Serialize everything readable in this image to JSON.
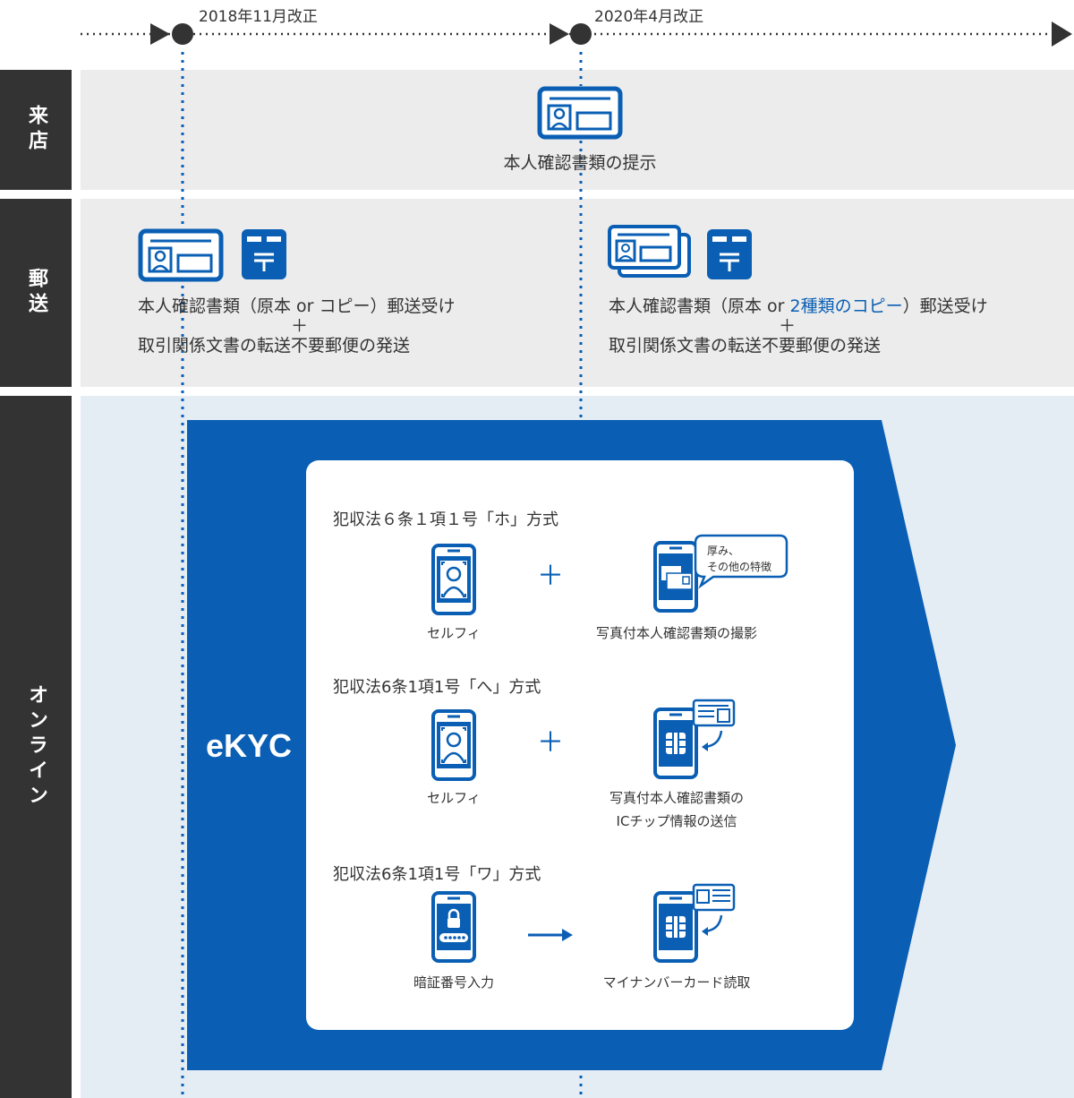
{
  "timeline": {
    "date1": "2018年11月改正",
    "date2": "2020年4月改正"
  },
  "rows": {
    "visit": "来店",
    "mail": "郵送",
    "online": "オンライン"
  },
  "visit": {
    "caption": "本人確認書類の提示"
  },
  "mail_before": {
    "line1": "本人確認書類（原本 or コピー）郵送受け",
    "plus": "＋",
    "line2": "取引関係文書の転送不要郵便の発送"
  },
  "mail_after": {
    "line1_pre": "本人確認書類（原本 or ",
    "line1_hl": "2種類のコピー",
    "line1_post": "）郵送受け",
    "plus": "＋",
    "line2": "取引関係文書の転送不要郵便の発送"
  },
  "ekyc": {
    "label": "eKYC",
    "methods": [
      {
        "title": "犯収法６条１項１号「ホ」方式",
        "left_caption": "セルフィ",
        "operator": "＋",
        "right_caption": "写真付本人確認書類の撮影",
        "bubble_line1": "厚み、",
        "bubble_line2": "その他の特徴"
      },
      {
        "title": "犯収法6条1項1号「へ」方式",
        "left_caption": "セルフィ",
        "operator": "＋",
        "right_caption_line1": "写真付本人確認書類の",
        "right_caption_line2": "ICチップ情報の送信"
      },
      {
        "title": "犯収法6条1項1号「ワ」方式",
        "left_caption": "暗証番号入力",
        "right_caption": "マイナンバーカード読取"
      }
    ]
  },
  "colors": {
    "blue": "#0a5fb4",
    "dark": "#333333",
    "row_gray": "#ececec",
    "row_blue": "#e4ecf4"
  }
}
